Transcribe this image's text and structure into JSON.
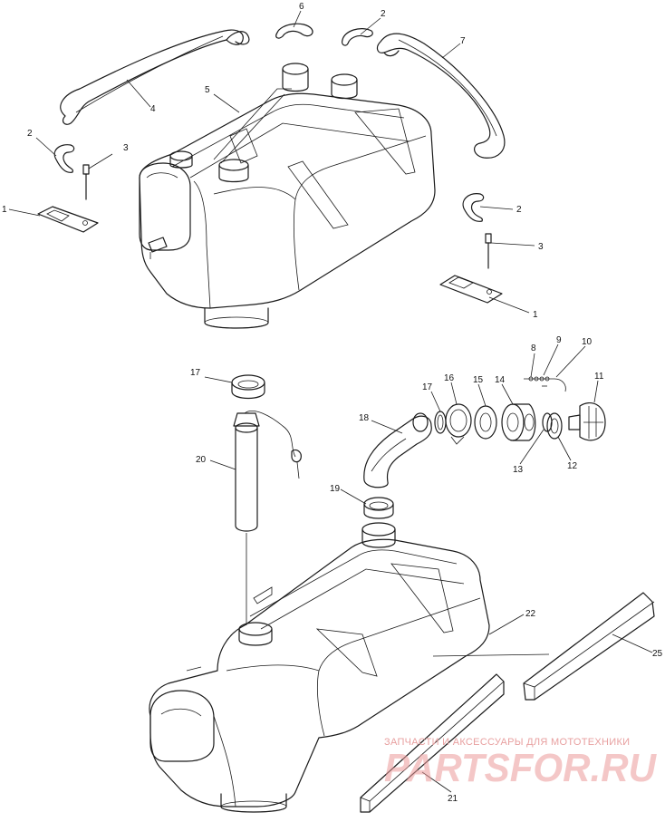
{
  "callouts": [
    {
      "id": "c1a",
      "label": "1"
    },
    {
      "id": "c1b",
      "label": "1"
    },
    {
      "id": "c2a",
      "label": "2"
    },
    {
      "id": "c2b",
      "label": "2"
    },
    {
      "id": "c2c",
      "label": "2"
    },
    {
      "id": "c3a",
      "label": "3"
    },
    {
      "id": "c3b",
      "label": "3"
    },
    {
      "id": "c4",
      "label": "4"
    },
    {
      "id": "c5",
      "label": "5"
    },
    {
      "id": "c6",
      "label": "6"
    },
    {
      "id": "c7",
      "label": "7"
    },
    {
      "id": "c8",
      "label": "8"
    },
    {
      "id": "c9",
      "label": "9"
    },
    {
      "id": "c10",
      "label": "10"
    },
    {
      "id": "c11",
      "label": "11"
    },
    {
      "id": "c12",
      "label": "12"
    },
    {
      "id": "c13",
      "label": "13"
    },
    {
      "id": "c14",
      "label": "14"
    },
    {
      "id": "c15",
      "label": "15"
    },
    {
      "id": "c16",
      "label": "16"
    },
    {
      "id": "c17a",
      "label": "17"
    },
    {
      "id": "c17b",
      "label": "17"
    },
    {
      "id": "c18",
      "label": "18"
    },
    {
      "id": "c19",
      "label": "19"
    },
    {
      "id": "c20",
      "label": "20"
    },
    {
      "id": "c21",
      "label": "21"
    },
    {
      "id": "c22",
      "label": "22"
    },
    {
      "id": "c25",
      "label": "25"
    }
  ],
  "watermark": {
    "tagline": "ЗАПЧАСТИ И АКСЕССУАРЫ ДЛЯ МОТОТЕХНИКИ",
    "logo": "PARTSFOR.RU",
    "color": "#ec9a9a"
  }
}
